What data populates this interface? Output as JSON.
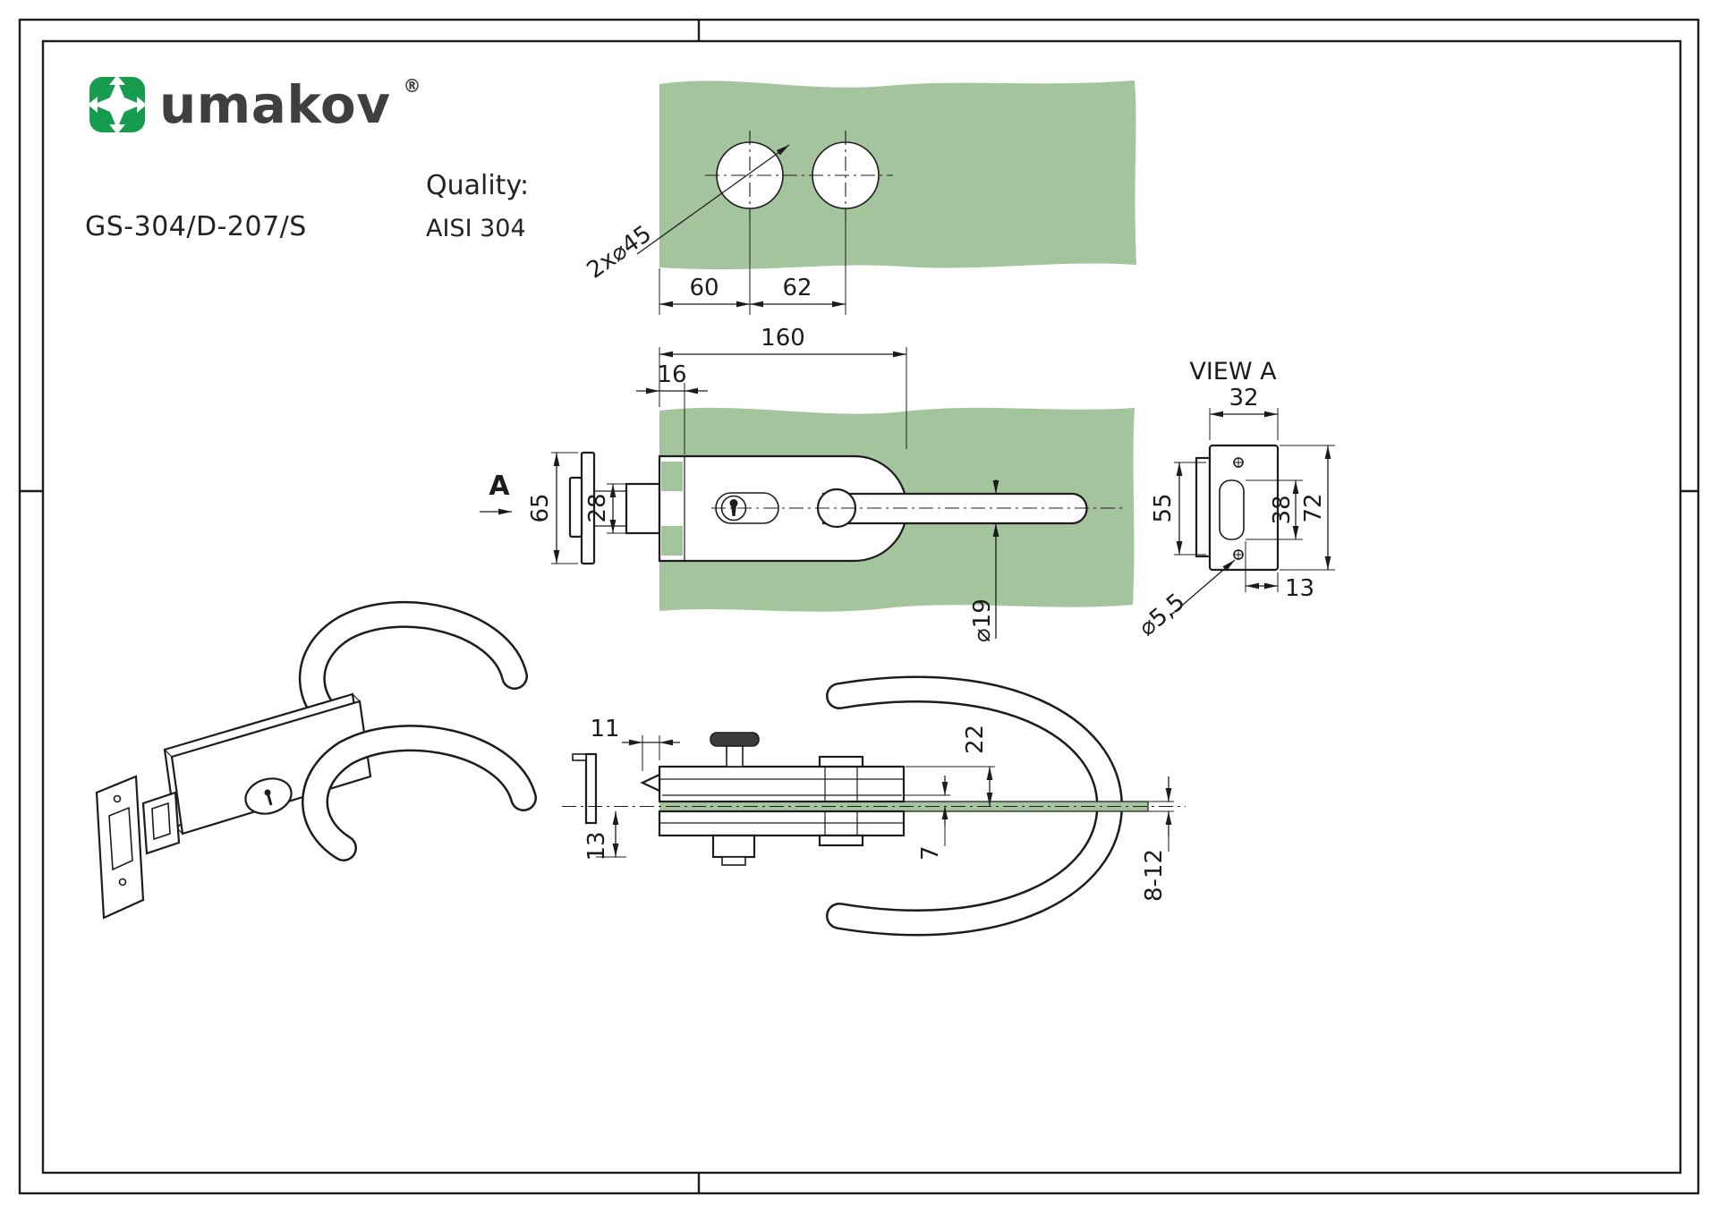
{
  "palette": {
    "line": "#1c1c1c",
    "glass_green": "#a4c49d",
    "brand_green": "#169c4f",
    "brand_text": "#3f3f3f"
  },
  "header": {
    "brand": "umakov",
    "registered_mark": "®",
    "product_code": "GS-304/D-207/S",
    "quality_label": "Quality:",
    "quality_value": "AISI 304"
  },
  "labels": {
    "view_a": "VIEW A",
    "view_direction": "A"
  },
  "glass_hole_view": {
    "hole_callout": "2x⌀45",
    "dim_hole_offset": "60",
    "dim_hole_spacing": "62"
  },
  "front_view": {
    "dim_total_length": "160",
    "dim_glass_inset": "16",
    "dim_body_height": "65",
    "dim_latch_height": "28",
    "dim_handle_diameter": "⌀19"
  },
  "view_a": {
    "dim_plate_width": "32",
    "dim_screw_spacing": "55",
    "dim_slot_height": "38",
    "dim_plate_height": "72",
    "screw_hole_callout": "⌀5,5",
    "dim_edge_offset": "13"
  },
  "plan_view": {
    "dim_latch_throw": "11",
    "dim_plate_depth": "13",
    "dim_body_depth": "22",
    "dim_gasket": "7",
    "dim_glass_thickness": "8-12"
  }
}
